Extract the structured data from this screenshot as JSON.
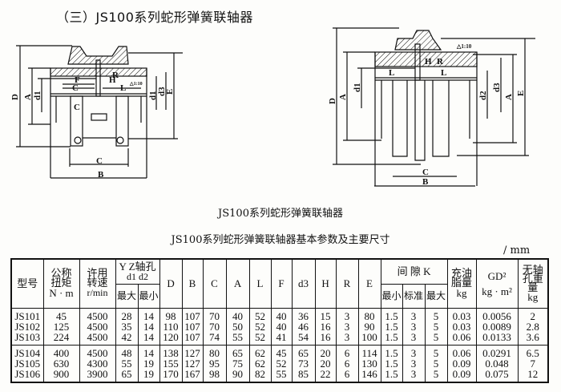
{
  "title": "（三）JS100系列蛇形弹簧联轴器",
  "drawing_left": {
    "labels": {
      "D": "D",
      "A": "A",
      "d1": "d1",
      "C": "C",
      "F": "F",
      "H": "H",
      "R": "R",
      "L": "L",
      "d3": "d3",
      "E": "E",
      "B": "B",
      "taper": "△1:10"
    }
  },
  "drawing_right": {
    "labels": {
      "D": "D",
      "A": "A",
      "d1": "d1",
      "d2": "d2",
      "d3": "d3",
      "E": "E",
      "C": "C",
      "B": "B",
      "L": "L",
      "H": "H",
      "R": "R",
      "taper": "△1:10"
    }
  },
  "drawing_caption": "JS100系列蛇形弹簧联轴器",
  "table_title": "JS100系列蛇形弹簧联轴器基本参数及主要尺寸",
  "unit": "/ mm",
  "table": {
    "headers": {
      "model": "型号",
      "torque": "公称扭矩",
      "torque_unit": "N · m",
      "speed": "许用转速",
      "speed_unit": "r/min",
      "bore": "Y  Z轴孔",
      "bore_sub": "d1  d2",
      "bore_max": "最大",
      "bore_min": "最小",
      "D": "D",
      "B": "B",
      "C": "C",
      "A": "A",
      "L": "L",
      "F": "F",
      "d3": "d3",
      "H": "H",
      "R": "R",
      "E": "E",
      "gap": "间 隙 K",
      "gap_min": "最小",
      "gap_std": "标准",
      "gap_max": "最大",
      "grease": "充油脂量",
      "grease_unit": "kg",
      "gd2": "GD²",
      "gd2_unit": "kg · m²",
      "weight": "无轴孔重量",
      "weight_unit": "kg"
    },
    "columns": [
      "model",
      "torque",
      "speed",
      "d_max",
      "d_min",
      "D",
      "B",
      "C",
      "A",
      "L",
      "F",
      "d3",
      "H",
      "R",
      "E",
      "k_min",
      "k_std",
      "k_max",
      "grease",
      "gd2",
      "weight"
    ],
    "groups": [
      [
        [
          "JS101",
          "45",
          "4500",
          "28",
          "14",
          "98",
          "107",
          "70",
          "40",
          "52",
          "40",
          "36",
          "15",
          "3",
          "80",
          "1.5",
          "3",
          "5",
          "0.03",
          "0.0056",
          "2"
        ],
        [
          "JS102",
          "125",
          "4500",
          "35",
          "14",
          "110",
          "107",
          "70",
          "50",
          "52",
          "40",
          "46",
          "16",
          "3",
          "90",
          "1.5",
          "3",
          "5",
          "0.03",
          "0.0089",
          "2.8"
        ],
        [
          "JS103",
          "224",
          "4500",
          "42",
          "14",
          "120",
          "107",
          "74",
          "55",
          "52",
          "41",
          "54",
          "16",
          "3",
          "100",
          "1.5",
          "3",
          "5",
          "0.06",
          "0.0133",
          "3.6"
        ]
      ],
      [
        [
          "JS104",
          "400",
          "4500",
          "48",
          "14",
          "138",
          "127",
          "80",
          "65",
          "62",
          "45",
          "65",
          "20",
          "6",
          "114",
          "1.5",
          "3",
          "5",
          "0.06",
          "0.0291",
          "6.5"
        ],
        [
          "JS105",
          "630",
          "4300",
          "55",
          "19",
          "155",
          "127",
          "95",
          "75",
          "62",
          "52",
          "73",
          "20",
          "6",
          "130",
          "1.5",
          "3",
          "5",
          "0.09",
          "0.048",
          "7"
        ],
        [
          "JS106",
          "900",
          "3900",
          "65",
          "19",
          "170",
          "167",
          "98",
          "90",
          "82",
          "55",
          "85",
          "22",
          "6",
          "146",
          "1.5",
          "3",
          "5",
          "0.09",
          "0.075",
          "12"
        ]
      ]
    ]
  }
}
